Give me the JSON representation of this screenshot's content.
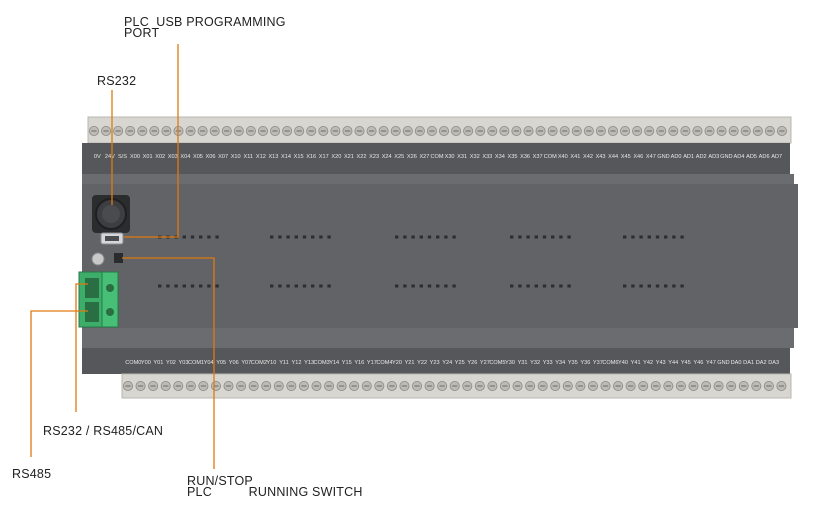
{
  "callouts": {
    "usb_port_line1": "PLC  USB PROGRAMMING",
    "usb_port_line2": "PORT",
    "rs232": "RS232",
    "rs232_rs485_can": "RS232 / RS485/CAN",
    "rs485": "RS485",
    "run_stop_line1": "RUN/STOP",
    "run_stop_line2": "PLC          RUNNING SWITCH"
  },
  "top_terminals": [
    "0V",
    "24V",
    "S/S",
    "X00",
    "X01",
    "X02",
    "X03",
    "X04",
    "X05",
    "X06",
    "X07",
    "X10",
    "X11",
    "X12",
    "X13",
    "X14",
    "X15",
    "X16",
    "X17",
    "X20",
    "X21",
    "X22",
    "X23",
    "X24",
    "X25",
    "X26",
    "X27",
    "COM",
    "X30",
    "X31",
    "X32",
    "X33",
    "X34",
    "X35",
    "X36",
    "X37",
    "COM",
    "X40",
    "X41",
    "X42",
    "X43",
    "X44",
    "X45",
    "X46",
    "X47",
    "GND",
    "AD0",
    "AD1",
    "AD2",
    "AD3",
    "GND",
    "AD4",
    "AD5",
    "AD6",
    "AD7"
  ],
  "bottom_terminals": [
    "COM0",
    "Y00",
    "Y01",
    "Y02",
    "Y03",
    "COM1",
    "Y04",
    "Y05",
    "Y06",
    "Y07",
    "COM2",
    "Y10",
    "Y11",
    "Y12",
    "Y13",
    "COM3",
    "Y14",
    "Y15",
    "Y16",
    "Y17",
    "COM4",
    "Y20",
    "Y21",
    "Y22",
    "Y23",
    "Y24",
    "Y25",
    "Y26",
    "Y27",
    "COM5",
    "Y30",
    "Y31",
    "Y32",
    "Y33",
    "Y34",
    "Y35",
    "Y36",
    "Y37",
    "COM6",
    "Y40",
    "Y41",
    "Y42",
    "Y43",
    "Y44",
    "Y45",
    "Y46",
    "Y47",
    "GND",
    "DA0",
    "DA1",
    "DA2",
    "DA3"
  ],
  "colors": {
    "callout_line": "#e07a10",
    "housing": "#5e6063",
    "terminal_block": "#d8d6d0",
    "connector_green": "#3cae6a"
  }
}
